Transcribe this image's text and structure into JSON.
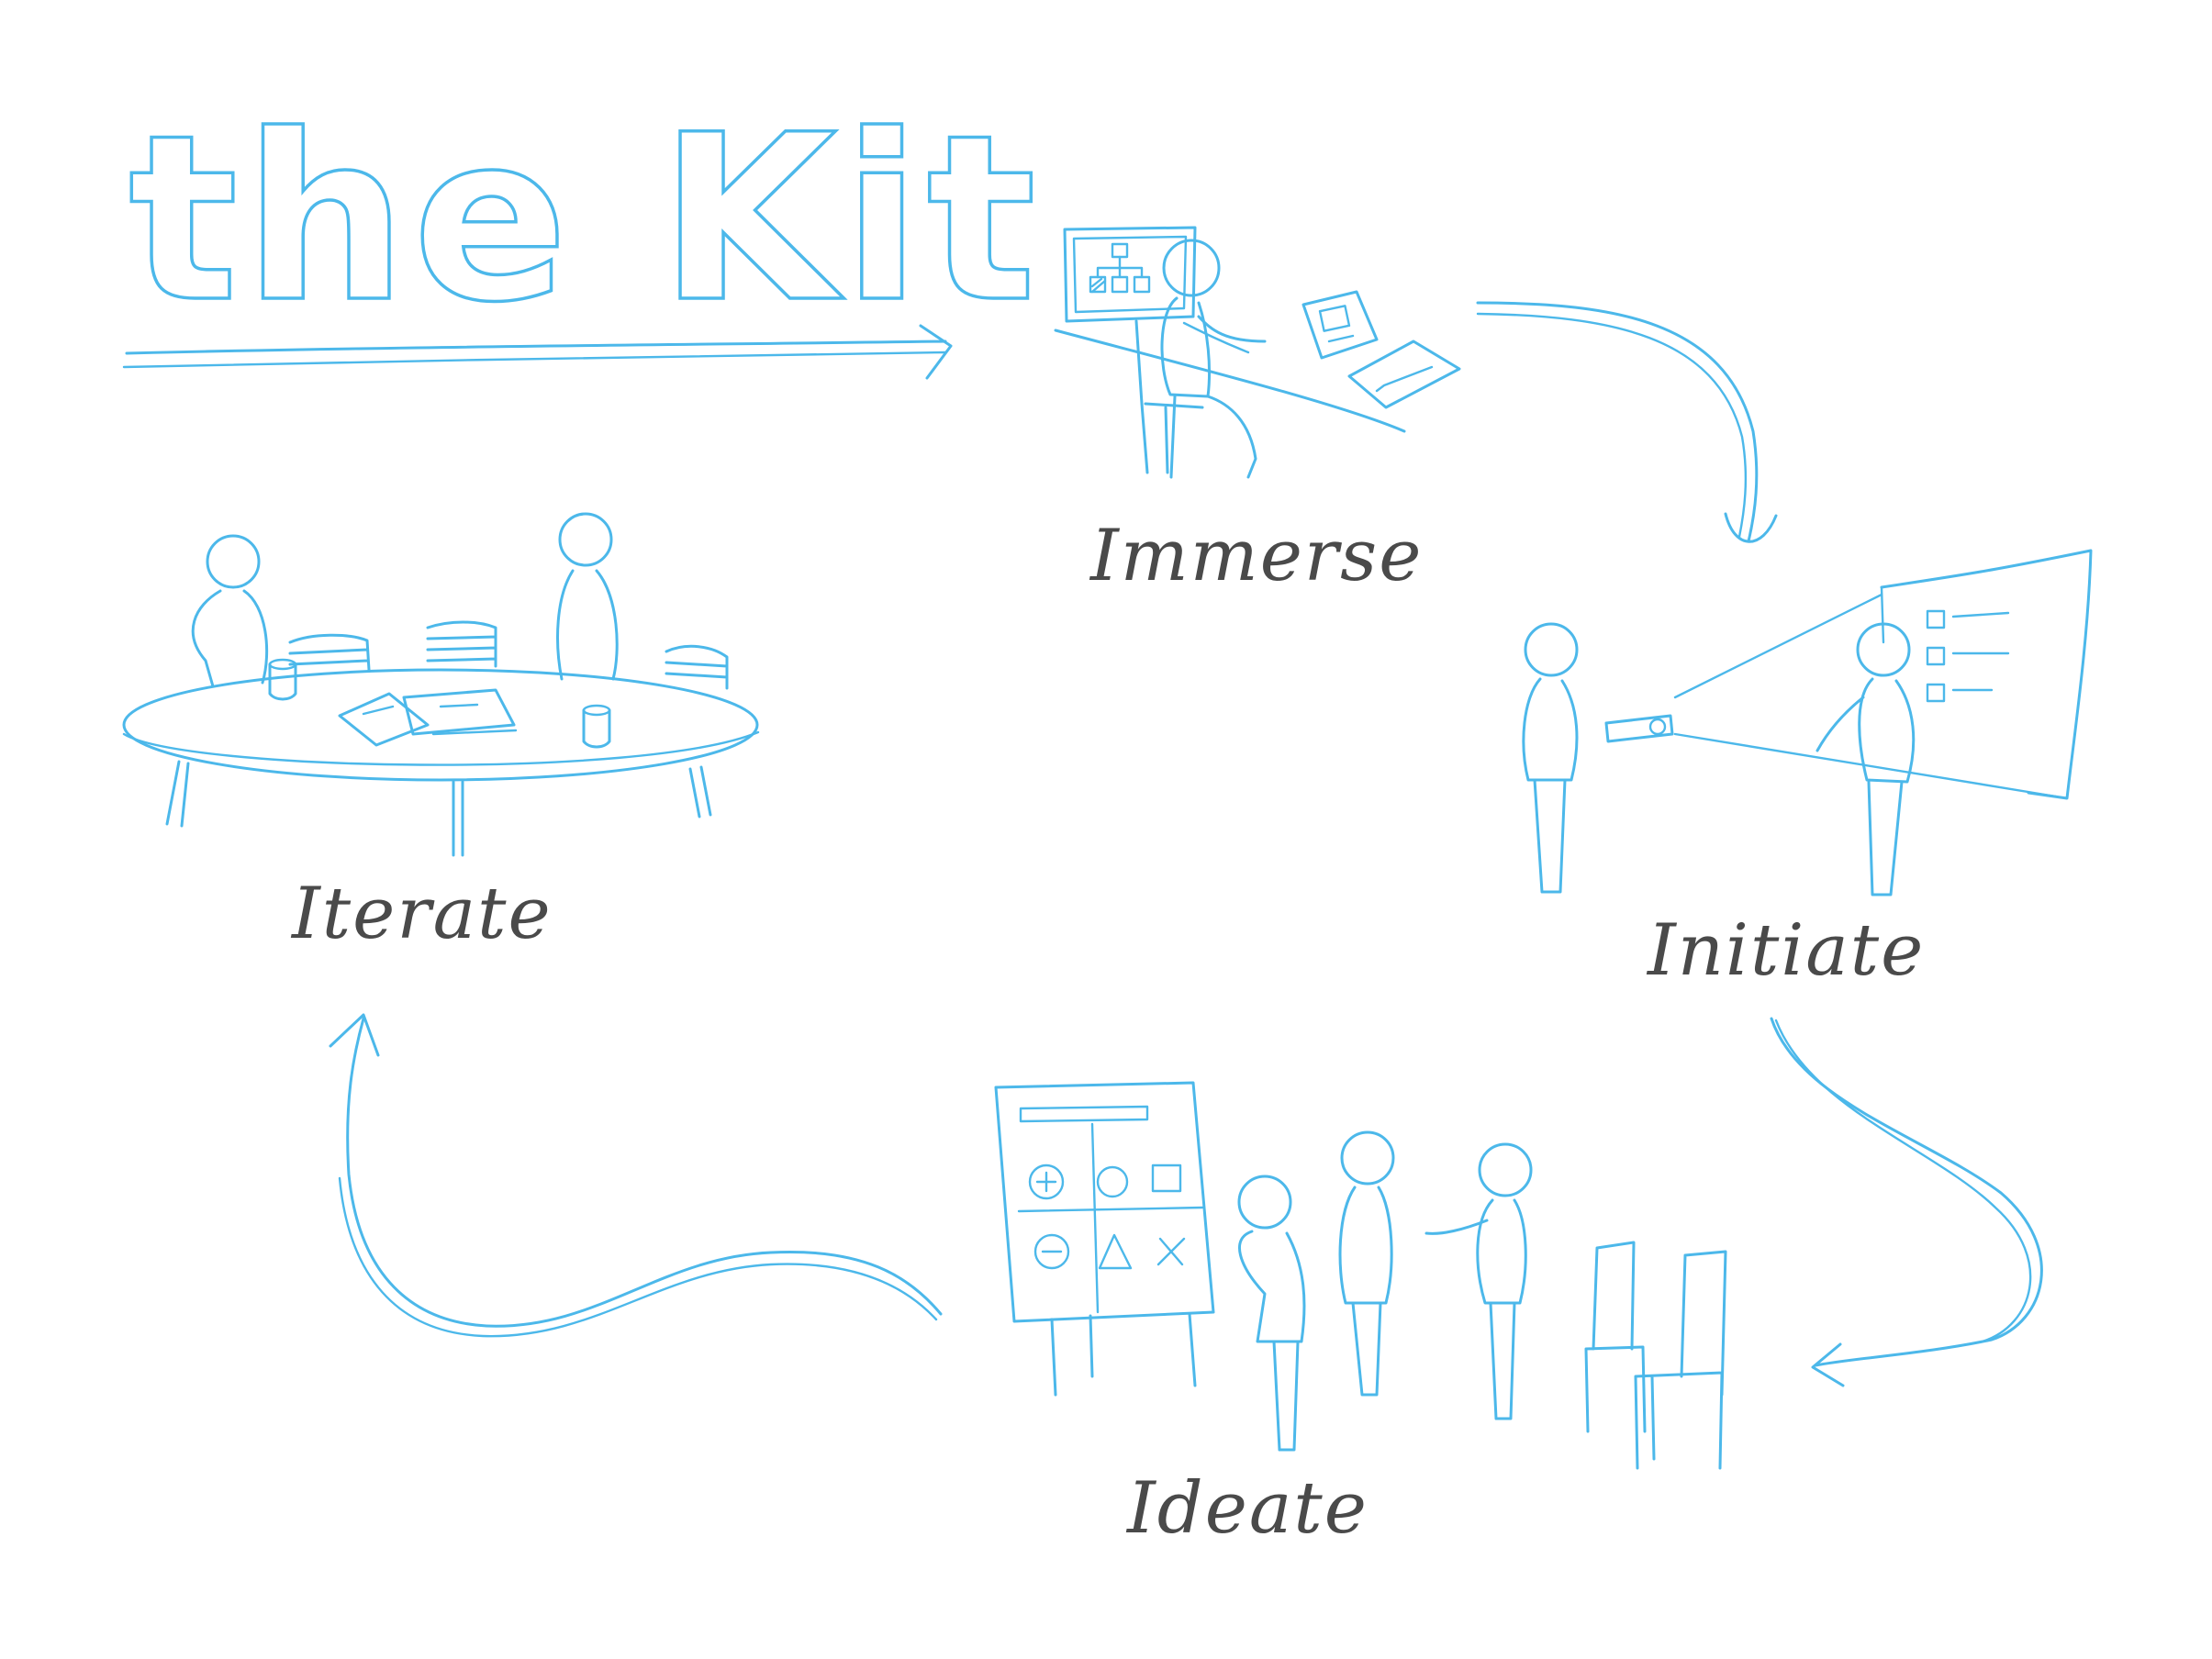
{
  "title": "the Kit",
  "accent_color": "#4cb8ea",
  "label_color": "#4a4a4a",
  "stages": [
    {
      "label": "Immerse"
    },
    {
      "label": "Initiate"
    },
    {
      "label": "Ideate"
    },
    {
      "label": "Iterate"
    }
  ]
}
